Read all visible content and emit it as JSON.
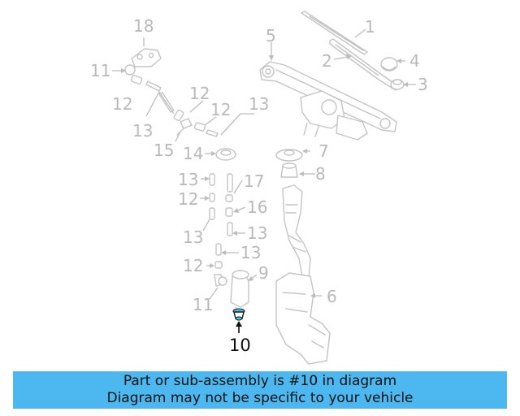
{
  "diagram": {
    "callouts": {
      "c1": "1",
      "c2": "2",
      "c3": "3",
      "c4": "4",
      "c5": "5",
      "c6": "6",
      "c7": "7",
      "c8": "8",
      "c9": "9",
      "c10": "10",
      "c11a": "11",
      "c11b": "11",
      "c12a": "12",
      "c12b": "12",
      "c12c": "12",
      "c12d": "12",
      "c12e": "12",
      "c13a": "13",
      "c13b": "13",
      "c13c": "13",
      "c13d": "13",
      "c13e": "13",
      "c13f": "13",
      "c14": "14",
      "c15": "15",
      "c16": "16",
      "c17": "17",
      "c18": "18"
    },
    "highlighted_part": "10",
    "highlight_color": "#3cc4e6"
  },
  "banner": {
    "line1": "Part or sub-assembly is #10 in diagram",
    "line2": "Diagram may not be specific to your vehicle",
    "background": "#4db8f0"
  }
}
